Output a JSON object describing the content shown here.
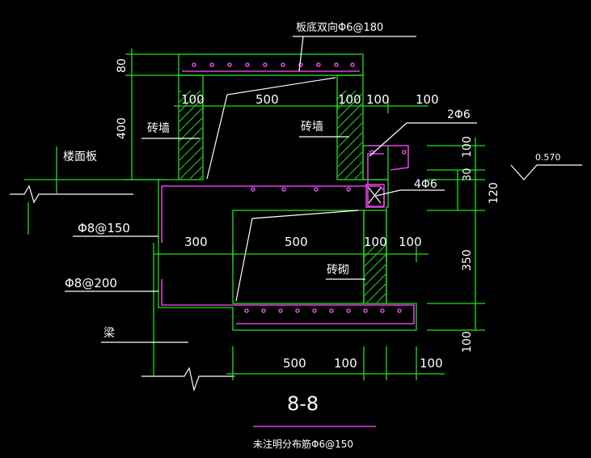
{
  "title": "8-8",
  "note": "未注明分布筋Φ6@150",
  "labels": {
    "slab_bottom": "板底双向Φ6@180",
    "brick_wall_left": "砖墙",
    "brick_wall_right": "砖墙",
    "floor_slab": "楼面板",
    "rebar_2": "2Φ6",
    "rebar_4": "4Φ6",
    "stirrup_150": "Φ8@150",
    "stirrup_200": "Φ8@200",
    "beam": "梁",
    "masonry": "砖砌",
    "elevation": "0.570"
  },
  "dims": {
    "v80": "80",
    "v400": "400",
    "top_100a": "100",
    "top_500": "500",
    "top_100b": "100",
    "top_100c": "100",
    "top_100d": "100",
    "r100a": "100",
    "r30": "30",
    "r120": "120",
    "r350": "350",
    "r100b": "100",
    "mid_300": "300",
    "mid_500": "500",
    "mid_100a": "100",
    "mid_100b": "100",
    "bot_500": "500",
    "bot_100a": "100",
    "bot_100b": "100"
  },
  "colors": {
    "background": "#000000",
    "lines": "#22dd22",
    "rebar": "#e040e0",
    "text": "#ffffff"
  }
}
